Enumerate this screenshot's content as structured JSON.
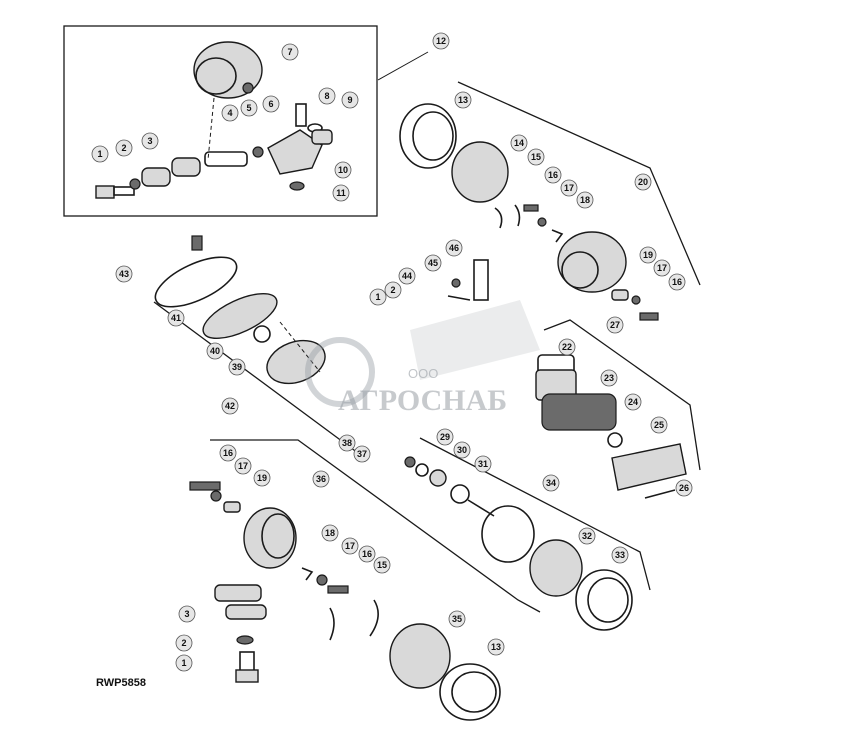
{
  "figure": {
    "code": "RWP5858",
    "callouts": [
      {
        "n": "1"
      },
      {
        "n": "2"
      },
      {
        "n": "3"
      },
      {
        "n": "4"
      },
      {
        "n": "5"
      },
      {
        "n": "6"
      },
      {
        "n": "7"
      },
      {
        "n": "8"
      },
      {
        "n": "9"
      },
      {
        "n": "10"
      },
      {
        "n": "11"
      },
      {
        "n": "12"
      },
      {
        "n": "13"
      },
      {
        "n": "14"
      },
      {
        "n": "15"
      },
      {
        "n": "16"
      },
      {
        "n": "17"
      },
      {
        "n": "18"
      },
      {
        "n": "20"
      },
      {
        "n": "19"
      },
      {
        "n": "17"
      },
      {
        "n": "16"
      },
      {
        "n": "43"
      },
      {
        "n": "46"
      },
      {
        "n": "45"
      },
      {
        "n": "44"
      },
      {
        "n": "1"
      },
      {
        "n": "2"
      },
      {
        "n": "41"
      },
      {
        "n": "40"
      },
      {
        "n": "39"
      },
      {
        "n": "42"
      },
      {
        "n": "22"
      },
      {
        "n": "27"
      },
      {
        "n": "23"
      },
      {
        "n": "24"
      },
      {
        "n": "25"
      },
      {
        "n": "26"
      },
      {
        "n": "38"
      },
      {
        "n": "37"
      },
      {
        "n": "29"
      },
      {
        "n": "30"
      },
      {
        "n": "31"
      },
      {
        "n": "16"
      },
      {
        "n": "17"
      },
      {
        "n": "19"
      },
      {
        "n": "36"
      },
      {
        "n": "34"
      },
      {
        "n": "18"
      },
      {
        "n": "17"
      },
      {
        "n": "16"
      },
      {
        "n": "15"
      },
      {
        "n": "32"
      },
      {
        "n": "33"
      },
      {
        "n": "3"
      },
      {
        "n": "35"
      },
      {
        "n": "2"
      },
      {
        "n": "13"
      },
      {
        "n": "1"
      }
    ]
  },
  "watermark": {
    "brand": "АГРОСНАБ",
    "prefix": "ООО"
  }
}
